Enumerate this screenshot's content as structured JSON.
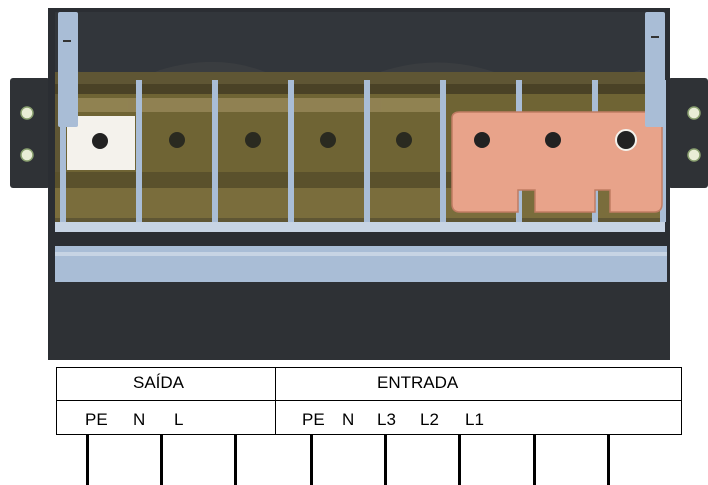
{
  "terminal_block": {
    "output_group": {
      "title": "SAÍDA",
      "terminals": [
        "PE",
        "N",
        "L"
      ]
    },
    "input_group": {
      "title": "ENTRADA",
      "terminals": [
        "PE",
        "N",
        "L3",
        "L2",
        "L1"
      ]
    }
  },
  "colors": {
    "housing_dark": "#2b2e33",
    "housing_light": "#a9bdd6",
    "brass": "#6b5a2a",
    "copper_busbar": "#e8a38a",
    "pe_terminal": "#f4f2ec"
  }
}
